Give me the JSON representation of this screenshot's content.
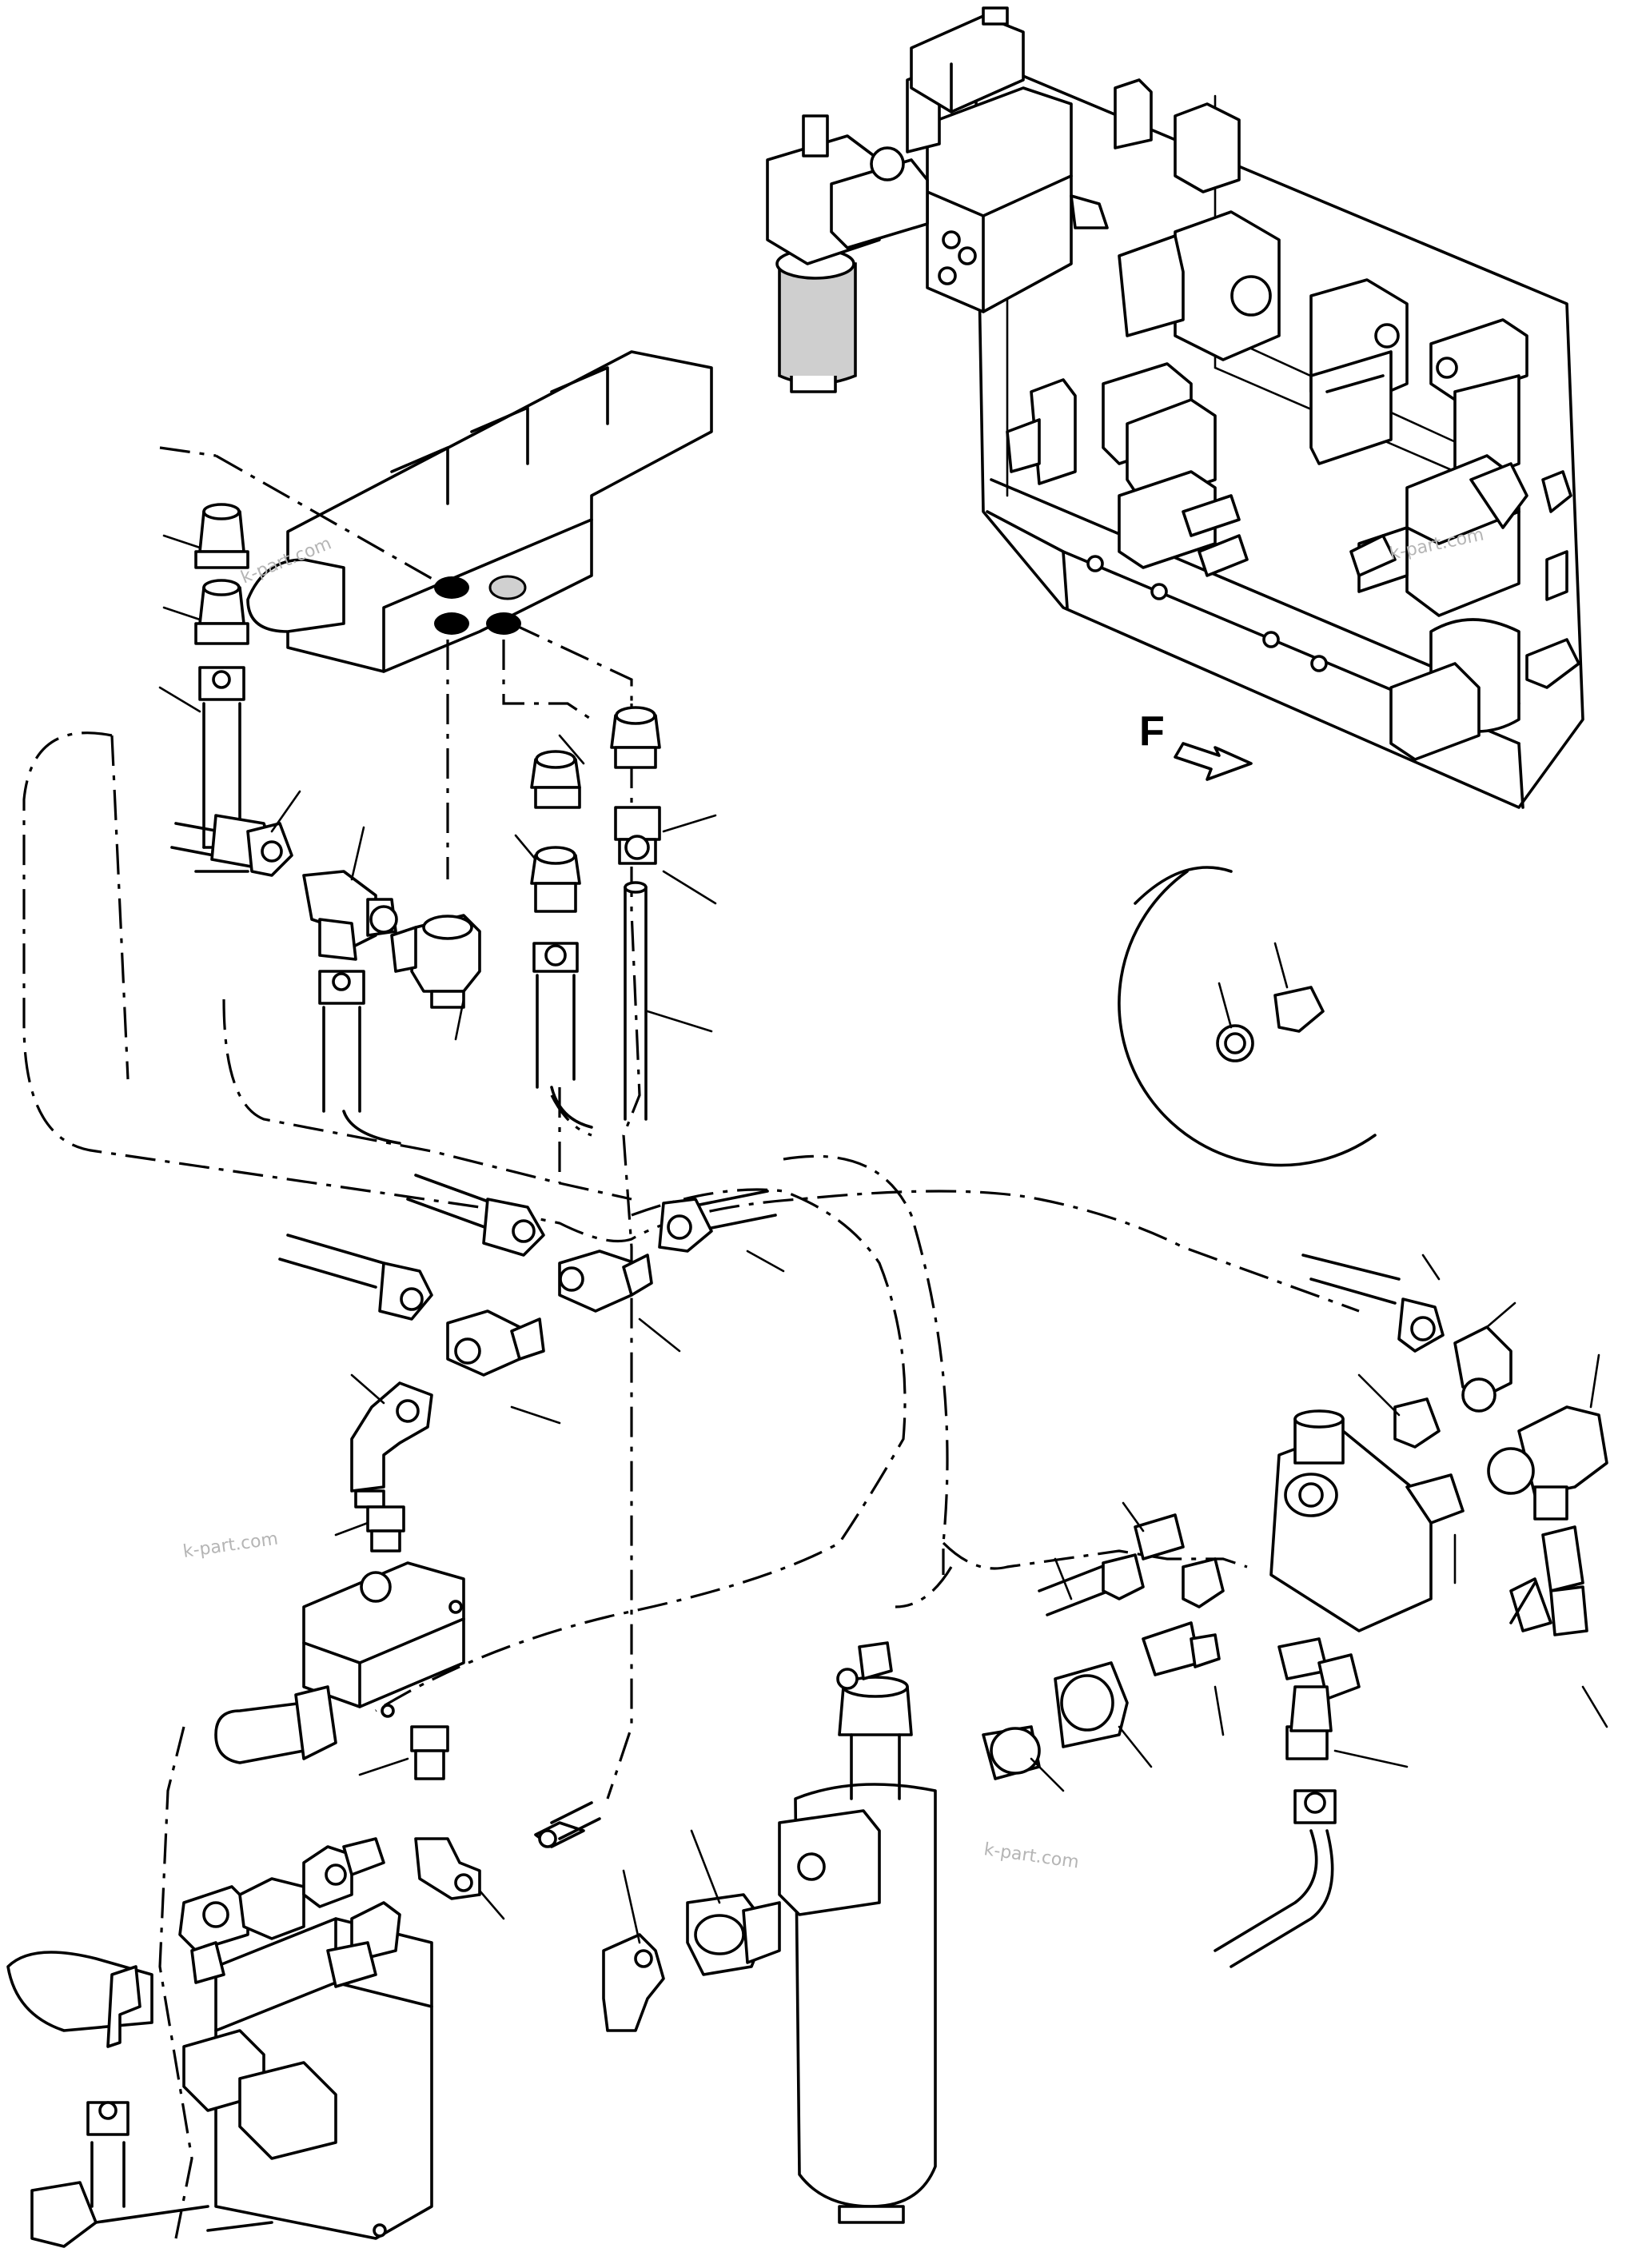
{
  "view_label": "F",
  "watermarks": [
    "k-part.com",
    "k-part.com",
    "k-part.com",
    "k-part.com"
  ]
}
